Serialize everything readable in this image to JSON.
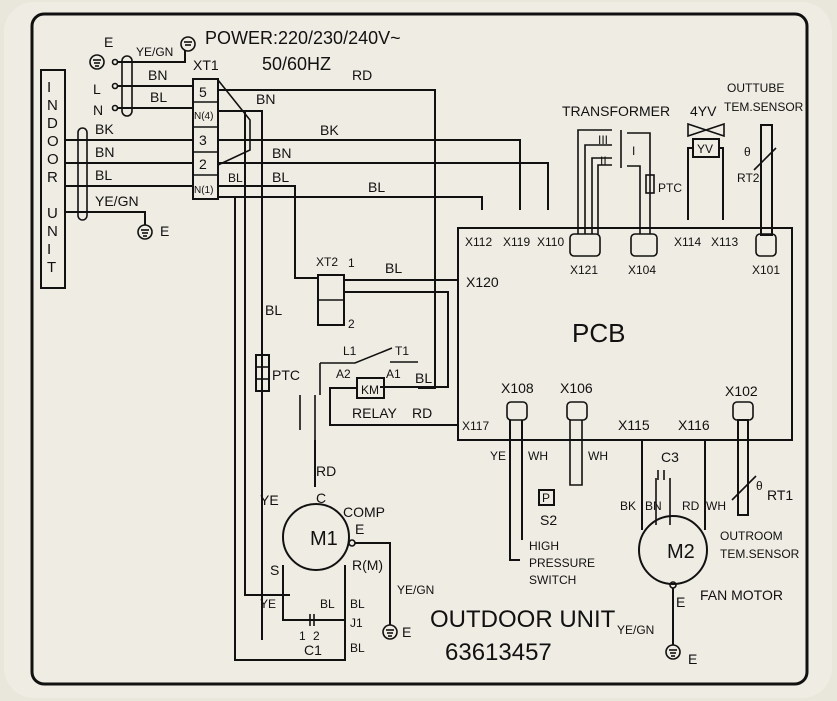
{
  "header": {
    "power": "POWER:220/230/240V~",
    "frequency": "50/60HZ"
  },
  "indoor_unit": {
    "label_letters": [
      "I",
      "N",
      "D",
      "O",
      "O",
      "R",
      "",
      "U",
      "N",
      "I",
      "T"
    ],
    "terminals": [
      "E",
      "L",
      "N"
    ],
    "supply_wire_colors": [
      "YE/GN",
      "BN",
      "BL"
    ],
    "interconnect_wire_colors": [
      "BK",
      "BN",
      "BL",
      "YE/GN"
    ],
    "earth_label": "E"
  },
  "xt1": {
    "title": "XT1",
    "terminals": [
      "5",
      "N(4)",
      "3",
      "2",
      "N(1)"
    ]
  },
  "wire_labels": {
    "rd_top": "RD",
    "bn_mid": "BN",
    "bk": "BK",
    "bn": "BN",
    "bl": "BL",
    "bl_xt1": "BL",
    "bl_long": "BL",
    "bl_vertical": "BL",
    "bl_xt2": "BL",
    "bl_relay": "BL",
    "rd_relay": "RD",
    "rd_comp": "RD",
    "ye_left": "YE"
  },
  "xt2": {
    "title": "XT2",
    "pin1": "1",
    "pin2": "2"
  },
  "relay": {
    "coil": "KM",
    "caption": "RELAY",
    "l1": "L1",
    "t1": "T1",
    "a1": "A1",
    "a2": "A2"
  },
  "ptc_left": "PTC",
  "pcb": {
    "title": "PCB",
    "top_connectors": [
      "X112",
      "X119",
      "X110",
      "X121",
      "X104",
      "X114",
      "X113",
      "X101"
    ],
    "left_connectors": [
      "X120",
      "X117"
    ],
    "bottom_connectors": [
      "X108",
      "X106",
      "X115",
      "X116",
      "X102"
    ]
  },
  "transformer": {
    "title": "TRANSFORMER",
    "windings": [
      "III",
      "II",
      "I"
    ],
    "ptc": "PTC"
  },
  "valve": {
    "title": "4YV",
    "coil": "YV"
  },
  "outtube_sensor": {
    "title_line1": "OUTTUBE",
    "title_line2": "TEM.SENSOR",
    "theta": "θ",
    "ref": "RT2"
  },
  "high_pressure_switch": {
    "ref": "S2",
    "symbol": "P",
    "caption": [
      "HIGH",
      "PRESSURE",
      "SWITCH"
    ],
    "wire_colors": [
      "YE",
      "WH"
    ],
    "x106_wire": "WH"
  },
  "fan_motor": {
    "ref": "M2",
    "caption": "FAN MOTOR",
    "capacitor": "C3",
    "wire_colors": [
      "BK",
      "BN",
      "RD",
      "WH"
    ],
    "earth_wire": "YE/GN",
    "earth": "E",
    "e_label": "E"
  },
  "outroom_sensor": {
    "ref": "RT1",
    "theta": "θ",
    "caption_line1": "OUTROOM",
    "caption_line2": "TEM.SENSOR"
  },
  "compressor": {
    "ref": "M1",
    "caption": "COMP",
    "c": "C",
    "s": "S",
    "r": "R(M)",
    "e": "E",
    "earth_wire": "YE/GN",
    "earth": "E",
    "wires": {
      "ye": "YE",
      "bl1": "BL",
      "bl2": "BL",
      "bl3": "BL"
    },
    "capacitor": "C1",
    "cap_pin1": "1",
    "cap_pin2": "2",
    "junction": "J1"
  },
  "footer": {
    "unit": "OUTDOOR UNIT",
    "part_number": "63613457"
  },
  "colors": {
    "paper": "#e9e6dc",
    "ink": "#111111"
  }
}
